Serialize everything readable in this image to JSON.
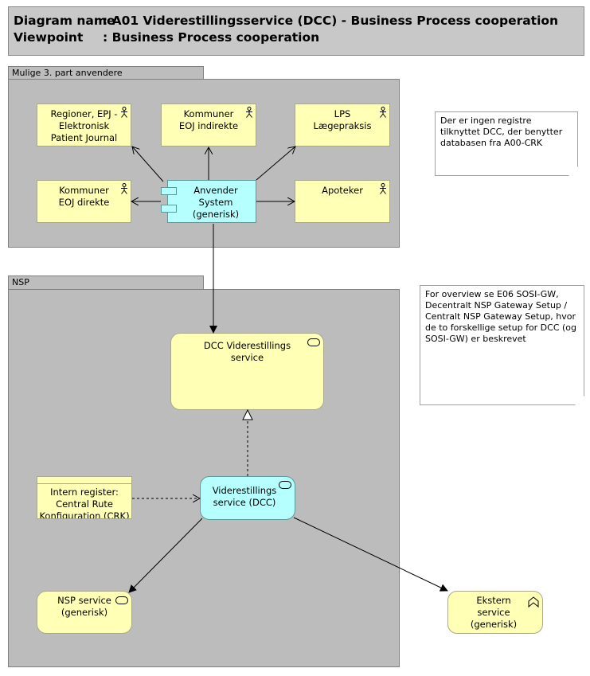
{
  "header": {
    "diagram_label": "Diagram name",
    "diagram_value": ": A01 Viderestillingsservice (DCC) - Business Process cooperation",
    "viewpoint_label": "Viewpoint",
    "viewpoint_value": ": Business Process cooperation"
  },
  "groups": {
    "third_party": "Mulige 3. part anvendere",
    "nsp": "NSP"
  },
  "actors": {
    "regioner": "Regioner, EPJ - Elektronisk Patient Journal",
    "kommuner_indirekte": "Kommuner EOJ indirekte",
    "lps": "LPS Lægepraksis",
    "kommuner_direkte": "Kommuner EOJ direkte",
    "apoteker": "Apoteker"
  },
  "app": {
    "anvender": "Anvender System (generisk)"
  },
  "services": {
    "dcc_main": "DCC Viderestillings service",
    "dcc_service": "Viderestillings service (DCC)",
    "nsp_service": "NSP service (generisk)",
    "ekstern_service": "Ekstern service (generisk)"
  },
  "data_object": {
    "crk": "Intern register: Central Rute Konfiguration (CRK)"
  },
  "notes": {
    "note1": "Der er ingen registre tilknyttet DCC, der benytter databasen fra A00-CRK",
    "note2": "For overview se E06 SOSI-GW, Decentralt NSP Gateway Setup / Centralt NSP Gateway Setup, hvor de to forskellige setup for DCC (og SOSI-GW) er beskrevet"
  },
  "colors": {
    "business": "#ffffb5",
    "application": "#b5ffff",
    "group": "#bcbcbc",
    "header": "#c8c8c8"
  }
}
